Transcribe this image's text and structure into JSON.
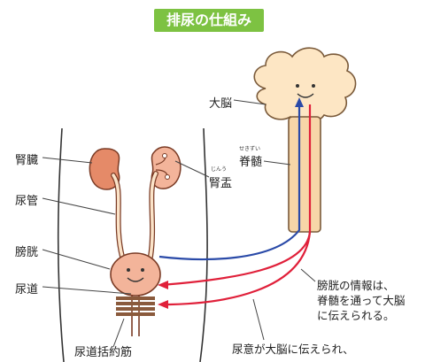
{
  "title": "排尿の仕組み",
  "labels": {
    "brain": "大脳",
    "spinal_cord": "脊髄",
    "spinal_cord_ruby": "せきずい",
    "kidney": "腎臓",
    "renal_pelvis": "腎盂",
    "renal_pelvis_ruby": "じんう",
    "ureter": "尿管",
    "bladder": "膀胱",
    "urethra": "尿道",
    "sphincter": "尿道括約筋"
  },
  "notes": {
    "bladder_info": [
      "膀胱の情報は、",
      "脊髄を通って大脳",
      "に伝えられる。"
    ],
    "urge_info": [
      "尿意が大脳に伝えられ、"
    ]
  },
  "colors": {
    "title_bg": "#7dc242",
    "kidney": "#e58a68",
    "bladder": "#f3b49a",
    "brain": "#fde6c4",
    "spine": "#f7d6a8",
    "sensory_path": "#2a4aa8",
    "motor_path": "#e0203a",
    "sphincter": "#8a5a3c"
  }
}
